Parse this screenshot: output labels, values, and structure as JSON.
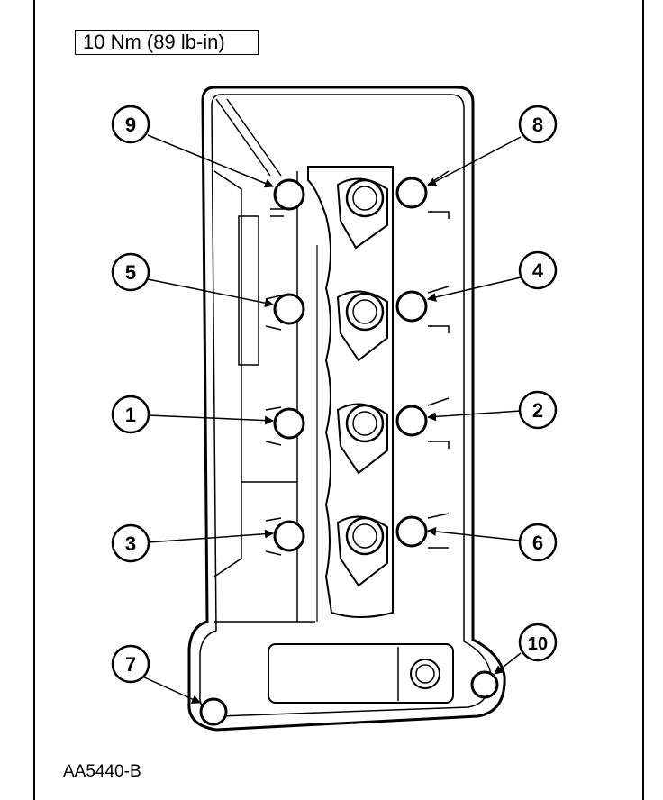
{
  "torque_spec": "10 Nm (89 lb-in)",
  "figure_id": "AA5440-B",
  "colors": {
    "ink": "#000000",
    "paper": "#ffffff"
  },
  "callouts": [
    {
      "id": "9",
      "label": "9"
    },
    {
      "id": "8",
      "label": "8"
    },
    {
      "id": "5",
      "label": "5"
    },
    {
      "id": "4",
      "label": "4"
    },
    {
      "id": "1",
      "label": "1"
    },
    {
      "id": "2",
      "label": "2"
    },
    {
      "id": "3",
      "label": "3"
    },
    {
      "id": "6",
      "label": "6"
    },
    {
      "id": "7",
      "label": "7"
    },
    {
      "id": "10",
      "label": "10"
    }
  ]
}
